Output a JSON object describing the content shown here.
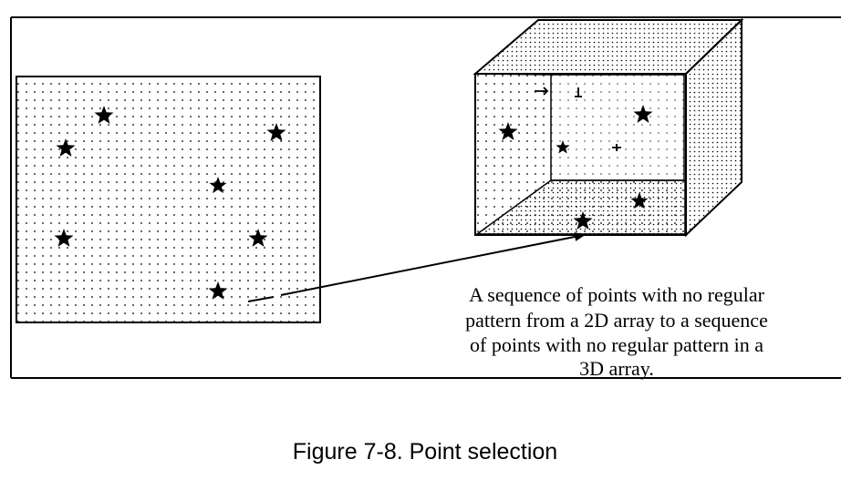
{
  "figure": {
    "description_lines": [
      "A sequence of points with no regular",
      "pattern from a 2D array to a sequence",
      "of points with no regular pattern in a",
      "3D array."
    ],
    "caption": "Figure 7-8. Point selection"
  }
}
